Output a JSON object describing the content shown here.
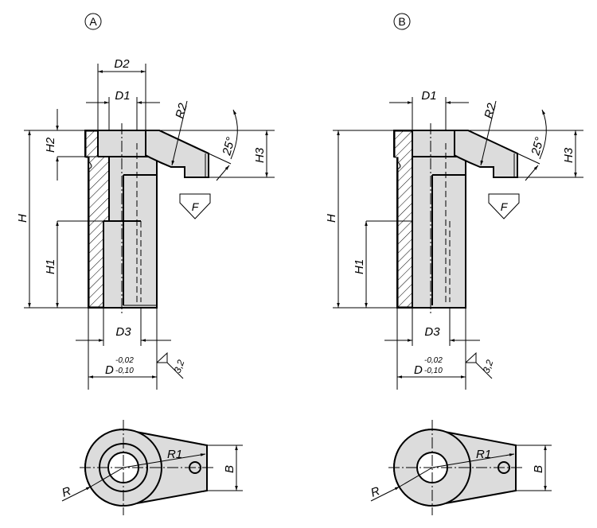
{
  "views": [
    {
      "marker": "A",
      "labels": {
        "D2": "D2",
        "D1": "D1",
        "R2": "R2",
        "angle": "25°",
        "H": "H",
        "H1": "H1",
        "H2": "H2",
        "H3": "H3",
        "F": "F",
        "D3": "D3",
        "D": "D",
        "tol_upper": "-0,02",
        "tol_lower": "-0,10",
        "roughness": "3,2",
        "R": "R",
        "R1": "R1",
        "B": "B"
      }
    },
    {
      "marker": "B",
      "labels": {
        "D1": "D1",
        "R2": "R2",
        "angle": "25°",
        "H": "H",
        "H1": "H1",
        "H3": "H3",
        "F": "F",
        "D3": "D3",
        "D": "D",
        "tol_upper": "-0,02",
        "tol_lower": "-0,10",
        "roughness": "3,2",
        "R": "R",
        "R1": "R1",
        "B": "B"
      }
    }
  ],
  "colors": {
    "fill": "#dcdcdc",
    "line": "#000000"
  }
}
